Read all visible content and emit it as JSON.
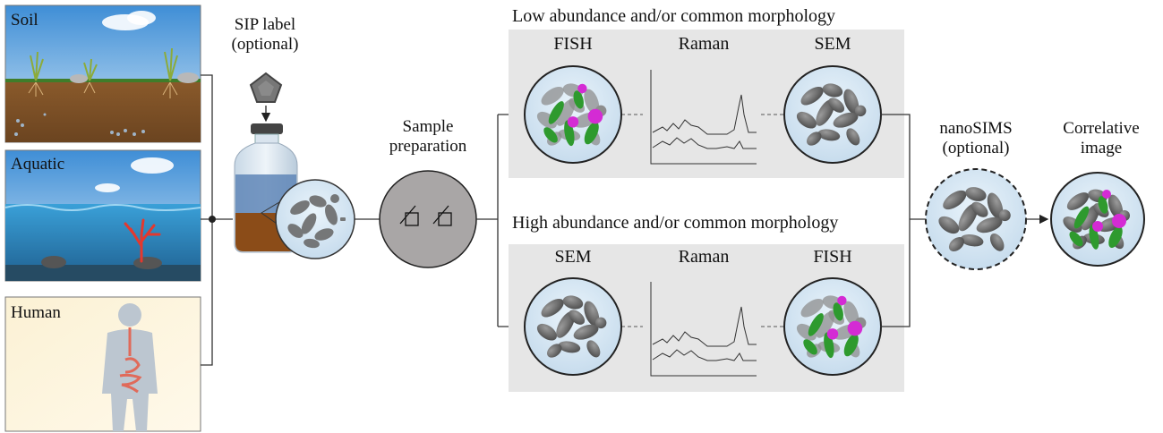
{
  "environments": [
    {
      "id": "soil",
      "label": "Soil"
    },
    {
      "id": "aquatic",
      "label": "Aquatic"
    },
    {
      "id": "human",
      "label": "Human"
    }
  ],
  "sip": {
    "label_line1": "SIP label",
    "label_line2": "(optional)"
  },
  "sample_prep": {
    "line1": "Sample",
    "line2": "preparation"
  },
  "top_panel": {
    "title": "Low abundance and/or common morphology",
    "steps": [
      "FISH",
      "Raman",
      "SEM"
    ]
  },
  "bottom_panel": {
    "title": "High abundance and/or common morphology",
    "steps": [
      "SEM",
      "Raman",
      "FISH"
    ]
  },
  "nanosims": {
    "line1": "nanoSIMS",
    "line2": "(optional)"
  },
  "correlative": {
    "line1": "Correlative",
    "line2": "image"
  },
  "colors": {
    "panel_bg": "#e6e6e6",
    "circle_fill": "#d6e7f3",
    "cell_gray": "#6e6e6e",
    "fish_green": "#2e9a2e",
    "fish_magenta": "#d42bd4",
    "line": "#333333"
  }
}
